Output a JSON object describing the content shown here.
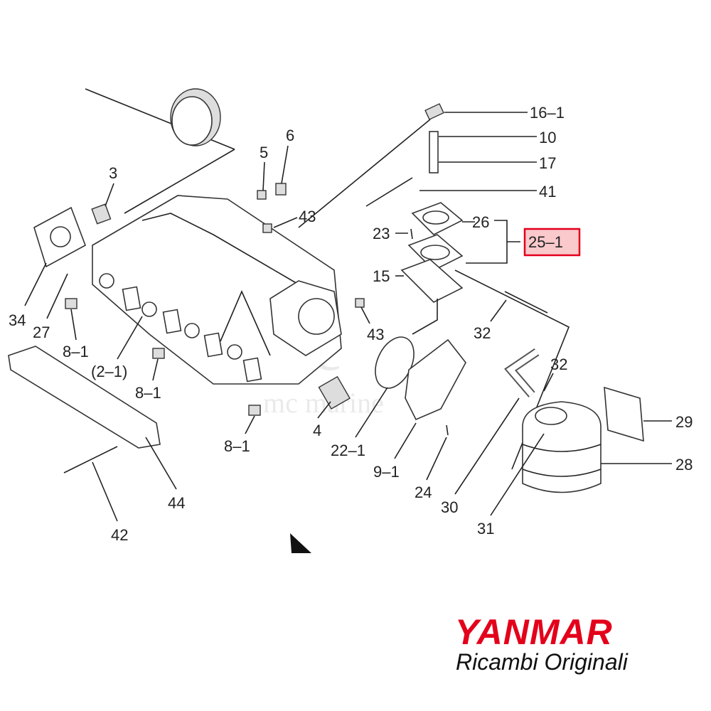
{
  "diagram": {
    "callouts": {
      "c16_1": "16–1",
      "c10": "10",
      "c17": "17",
      "c41": "41",
      "c26": "26",
      "c25_1": "25–1",
      "c23": "23",
      "c15": "15",
      "c32a": "32",
      "c43a": "43",
      "c5": "5",
      "c6": "6",
      "c3": "3",
      "c34": "34",
      "c27": "27",
      "c8_1a": "8–1",
      "c2_1": "(2–1)",
      "c8_1b": "8–1",
      "c43b": "43",
      "c32b": "32",
      "c29": "29",
      "c28": "28",
      "c4": "4",
      "c22_1": "22–1",
      "c9_1": "9–1",
      "c24": "24",
      "c30": "30",
      "c31": "31",
      "c8_1c": "8–1",
      "c44": "44",
      "c42": "42"
    },
    "highlight_color": "#e3001b",
    "highlight_fill": "#f9c9cc"
  },
  "brand": {
    "logo": "YANMAR",
    "tagline": "Ricambi Originali",
    "color": "#e3001b"
  },
  "watermark": "mc marine"
}
